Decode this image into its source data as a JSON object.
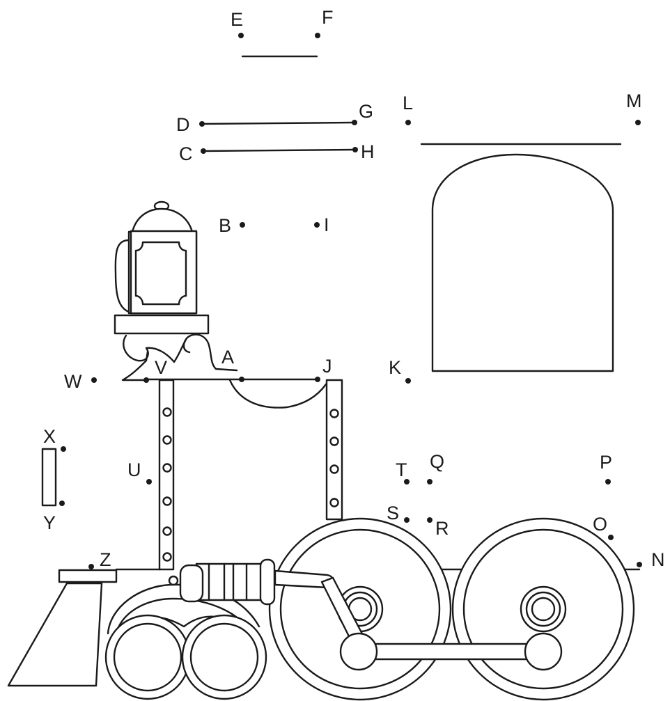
{
  "title": "",
  "points": [
    {
      "label": "A"
    },
    {
      "label": "B"
    },
    {
      "label": "C"
    },
    {
      "label": "D"
    },
    {
      "label": "E"
    },
    {
      "label": "F"
    },
    {
      "label": "G"
    },
    {
      "label": "H"
    },
    {
      "label": "I"
    },
    {
      "label": "J"
    },
    {
      "label": "K"
    },
    {
      "label": "L"
    },
    {
      "label": "M"
    },
    {
      "label": "N"
    },
    {
      "label": "O"
    },
    {
      "label": "P"
    },
    {
      "label": "Q"
    },
    {
      "label": "R"
    },
    {
      "label": "S"
    },
    {
      "label": "T"
    },
    {
      "label": "U"
    },
    {
      "label": "V"
    },
    {
      "label": "W"
    },
    {
      "label": "X"
    },
    {
      "label": "Y"
    },
    {
      "label": "Z"
    }
  ],
  "colors": {
    "ink": "#1a1a1a",
    "paper": "#ffffff"
  }
}
